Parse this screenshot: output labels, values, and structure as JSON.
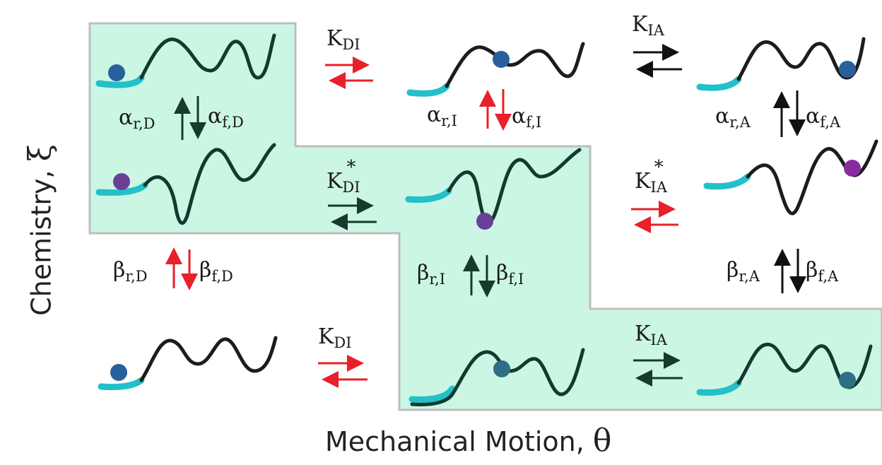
{
  "colors": {
    "region_fill": "#ccf6e4",
    "region_stroke": "#bdbdbd",
    "curve": "#1c1c1c",
    "curve_in_region": "#123a2e",
    "red_arrow": "#e8202a",
    "dark_arrow": "#163b2d",
    "black_arrow": "#111111",
    "base_cyan": "#22c0c8",
    "ball_blue": "#2a5f9e",
    "ball_purple": "#6a3f96",
    "ball_magenta": "#8a2aa0",
    "ball_teal": "#2f6f86"
  },
  "labels": {
    "kdi_top": {
      "main": "K",
      "sub": "DI"
    },
    "kia_top": {
      "main": "K",
      "sub": "IA"
    },
    "kdi_star": {
      "main": "K",
      "sub": "DI",
      "sup": "*"
    },
    "kia_star": {
      "main": "K",
      "sub": "IA",
      "sup": "*"
    },
    "kdi_bottom": {
      "main": "K",
      "sub": "DI"
    },
    "kia_bottom": {
      "main": "K",
      "sub": "IA"
    },
    "alpha_rD": {
      "main": "α",
      "sub": "r,D"
    },
    "alpha_fD": {
      "main": "α",
      "sub": "f,D"
    },
    "alpha_rI": {
      "main": "α",
      "sub": "r,I"
    },
    "alpha_fI": {
      "main": "α",
      "sub": "f,I"
    },
    "alpha_rA": {
      "main": "α",
      "sub": "r,A"
    },
    "alpha_fA": {
      "main": "α",
      "sub": "f,A"
    },
    "beta_rD": {
      "main": "β",
      "sub": "r,D"
    },
    "beta_fD": {
      "main": "β",
      "sub": "f,D"
    },
    "beta_rI": {
      "main": "β",
      "sub": "r,I"
    },
    "beta_fI": {
      "main": "β",
      "sub": "f,I"
    },
    "beta_rA": {
      "main": "β",
      "sub": "r,A"
    },
    "beta_fA": {
      "main": "β",
      "sub": "f,A"
    }
  },
  "axes": {
    "y_text": "Chemistry, ",
    "y_symbol": "ξ",
    "x_text": "Mechanical Motion, ",
    "x_symbol": "θ"
  }
}
